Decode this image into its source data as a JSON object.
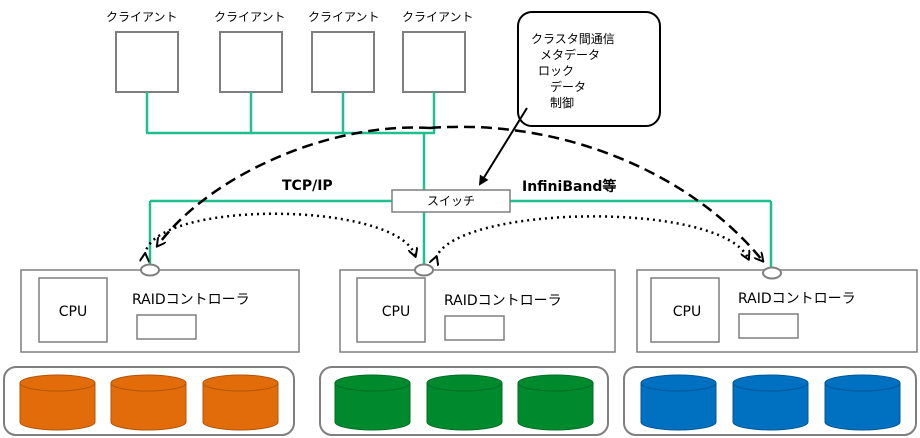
{
  "clients": [
    {
      "label": "クライアント"
    },
    {
      "label": "クライアント"
    },
    {
      "label": "クライアント"
    },
    {
      "label": "クライアント"
    }
  ],
  "callout": {
    "lines": [
      "クラスタ間通信",
      "メタデータ",
      "ロック",
      "データ",
      "制御"
    ]
  },
  "switch": {
    "label": "スイッチ"
  },
  "links": {
    "left": "TCP/IP",
    "right": "InfiniBand等"
  },
  "nodes": [
    {
      "cpu": "CPU",
      "raid": "RAIDコントローラ"
    },
    {
      "cpu": "CPU",
      "raid": "RAIDコントローラ"
    },
    {
      "cpu": "CPU",
      "raid": "RAIDコントローラ"
    }
  ],
  "colors": {
    "network": "#1fbf8f",
    "box_border": "#7f7f7f",
    "disk_orange": "#e36c0a",
    "disk_green": "#008a2e",
    "disk_blue": "#0070c0"
  }
}
